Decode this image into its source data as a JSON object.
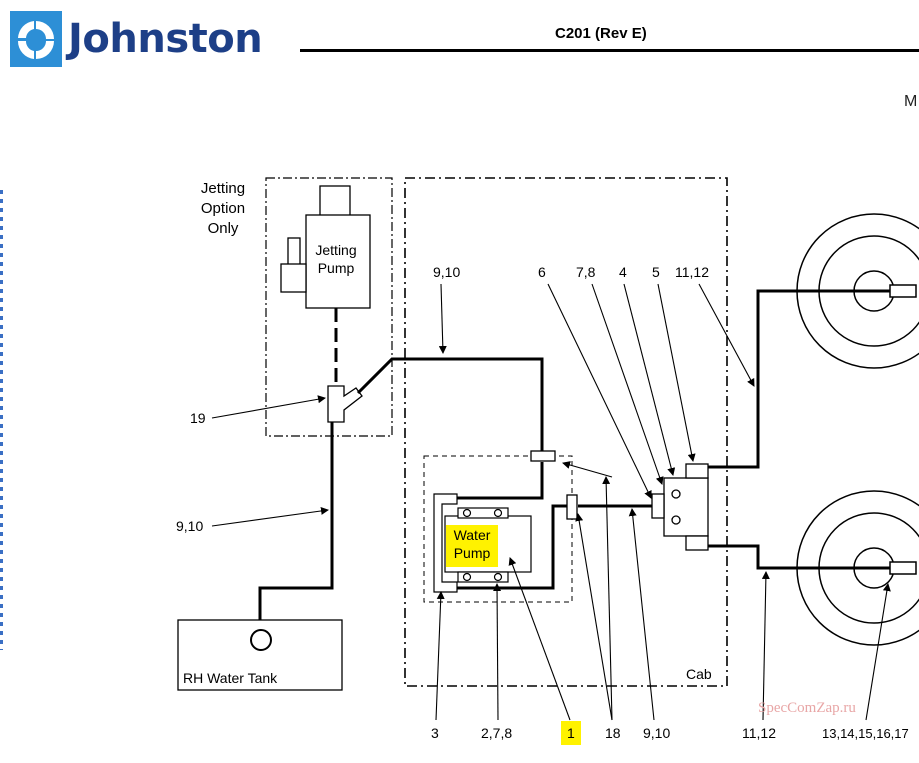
{
  "header": {
    "brand": "Johnston",
    "doc_code": "C201 (Rev E)",
    "side_letter": "M"
  },
  "diagram": {
    "jetting_option_label": [
      "Jetting",
      "Option",
      "Only"
    ],
    "jetting_pump_label": [
      "Jetting",
      "Pump"
    ],
    "water_pump_label": [
      "Water",
      "Pump"
    ],
    "tank_label": "RH Water Tank",
    "cab_label": "Cab",
    "callouts": {
      "c19": "19",
      "c910_left": "9,10",
      "c910_top": "9,10",
      "c6": "6",
      "c78_top": "7,8",
      "c4": "4",
      "c5": "5",
      "c1112_top": "11,12",
      "c3": "3",
      "c278": "2,7,8",
      "c1": "1",
      "c18": "18",
      "c910_bottom": "9,10",
      "c1112_bottom": "11,12",
      "c1317": "13,14,15,16,17"
    },
    "highlight_color": "#fff200"
  },
  "watermark": "SpecComZap.ru"
}
